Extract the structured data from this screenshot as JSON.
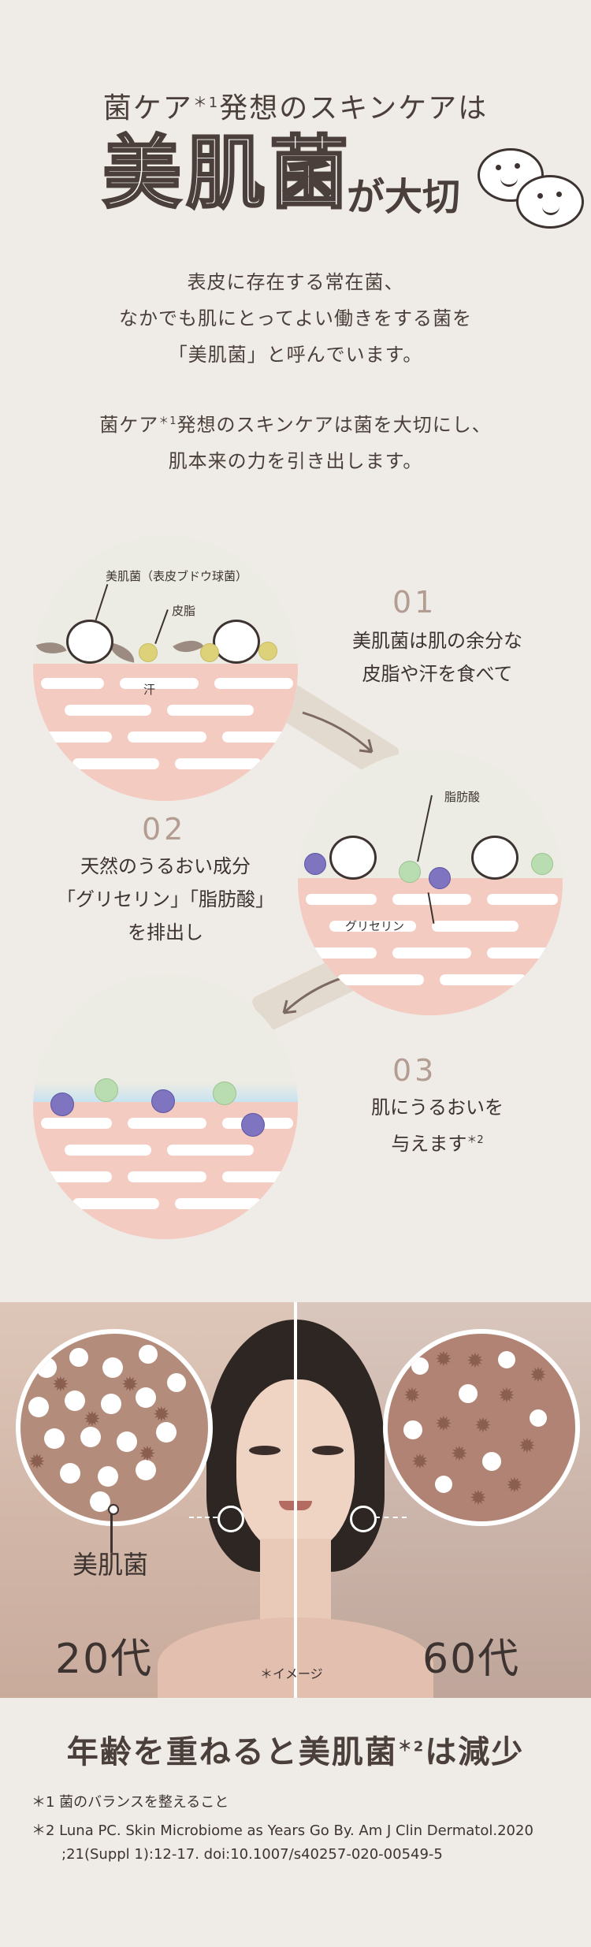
{
  "header": {
    "line1_a": "菌ケア",
    "line1_sup": "＊1",
    "line1_b": "発想のスキンケアは",
    "title_big": "美肌菌",
    "title_small": "が大切"
  },
  "intro": {
    "p1": [
      "表皮に存在する常在菌、",
      "なかでも肌にとってよい働きをする菌を",
      "「美肌菌」と呼んでいます。"
    ],
    "p2_a": "菌ケア",
    "p2_sup": "＊1",
    "p2_b": "発想のスキンケアは菌を大切にし、",
    "p2_line2": "肌本来の力を引き出します。"
  },
  "step1": {
    "label_bacteria": "美肌菌（表皮ブドウ球菌）",
    "label_sebum": "皮脂",
    "label_sweat": "汗",
    "num": "01",
    "line1": "美肌菌は肌の余分な",
    "line2": "皮脂や汗を食べて"
  },
  "step2": {
    "label_fatty": "脂肪酸",
    "label_glycerin": "グリセリン",
    "num": "02",
    "line1": "天然のうるおい成分",
    "line2": "「グリセリン」「脂肪酸」",
    "line3": "を排出し"
  },
  "step3": {
    "num": "03",
    "line1": "肌にうるおいを",
    "line2_a": "与えます",
    "line2_sup": "＊2"
  },
  "photo": {
    "label_bacteria": "美肌菌",
    "age_left": "20代",
    "age_right": "60代",
    "image_note": "＊イメージ"
  },
  "bottom": {
    "headline_a": "年齢を重ねると美肌菌",
    "headline_sup": "＊2",
    "headline_b": "は減少",
    "note1": "＊1 菌のバランスを整えること",
    "note2": "＊2 Luna PC. Skin Microbiome as Years Go By. Am J Clin Dermatol.2020",
    "note2b": ";21(Suppl 1):12-17. doi:10.1007/s40257-020-00549-5"
  },
  "colors": {
    "background": "#efebe6",
    "text": "#4a3f3a",
    "skin_pink": "#f4cbc0",
    "step_number": "#b39d93"
  }
}
